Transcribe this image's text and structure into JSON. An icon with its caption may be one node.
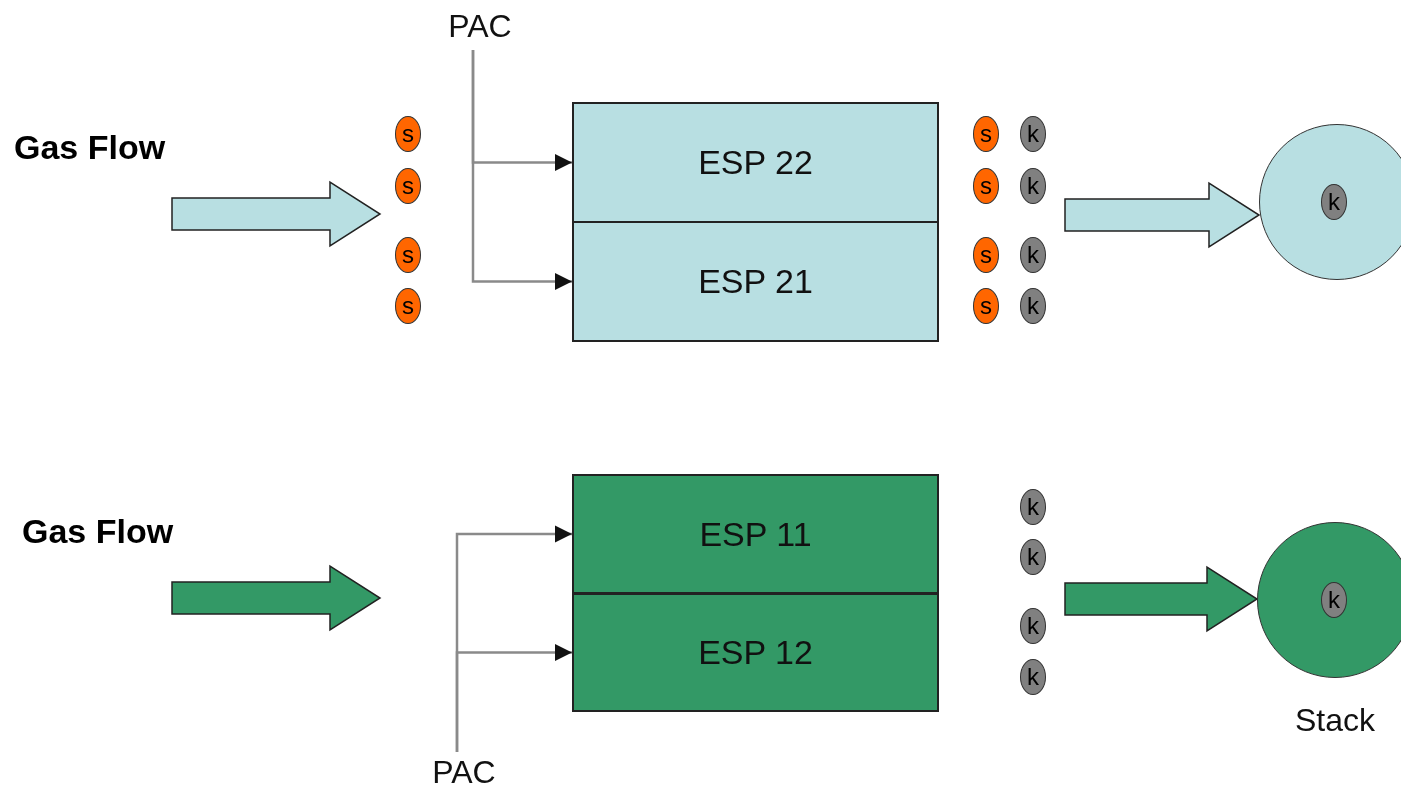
{
  "diagram": {
    "nodes": [
      {
        "text": [
          "PAC"
        ]
      },
      {
        "text": [
          "s"
        ]
      },
      {
        "text": [
          "s"
        ]
      },
      {
        "text": [
          "s"
        ]
      },
      {
        "text": [
          "s"
        ]
      },
      {
        "text": [
          "ESP 22"
        ]
      },
      {
        "text": [
          "ESP 21"
        ]
      },
      {
        "text": [
          "s"
        ]
      },
      {
        "text": [
          "k"
        ]
      },
      {
        "text": [
          "s"
        ]
      },
      {
        "text": [
          "k"
        ]
      },
      {
        "text": [
          "s"
        ]
      },
      {
        "text": [
          "k"
        ]
      },
      {
        "text": [
          "s"
        ]
      },
      {
        "text": [
          "k"
        ]
      },
      {
        "text": [],
        "shape": "circle"
      },
      {
        "text": [
          "k"
        ],
        "in": 15
      },
      {
        "text": [
          "ESP 11"
        ]
      },
      {
        "text": [
          "ESP 12"
        ]
      },
      {
        "text": [
          "k"
        ]
      },
      {
        "text": [
          "k"
        ]
      },
      {
        "text": [
          "k"
        ]
      },
      {
        "text": [
          "k"
        ]
      },
      {
        "text": [
          "Stack"
        ]
      },
      {
        "text": [
          "k"
        ],
        "in": 23
      },
      {
        "text": [
          "PAC"
        ]
      }
    ],
    "edges": [
      {
        "from": 0,
        "to": 5,
        "arrow": "to"
      },
      {
        "from": 0,
        "to": 6,
        "arrow": "to"
      },
      {
        "from": null,
        "to": 15,
        "arrow": "to",
        "style": "thick",
        "color": "#b8dfe2"
      },
      {
        "from": 25,
        "to": 17,
        "arrow": "to"
      },
      {
        "from": 25,
        "to": 18,
        "arrow": "to"
      },
      {
        "from": null,
        "to": 23,
        "arrow": "to",
        "style": "thick",
        "color": "#339966"
      }
    ],
    "labels": [
      "Gas Flow",
      "Gas Flow"
    ]
  }
}
